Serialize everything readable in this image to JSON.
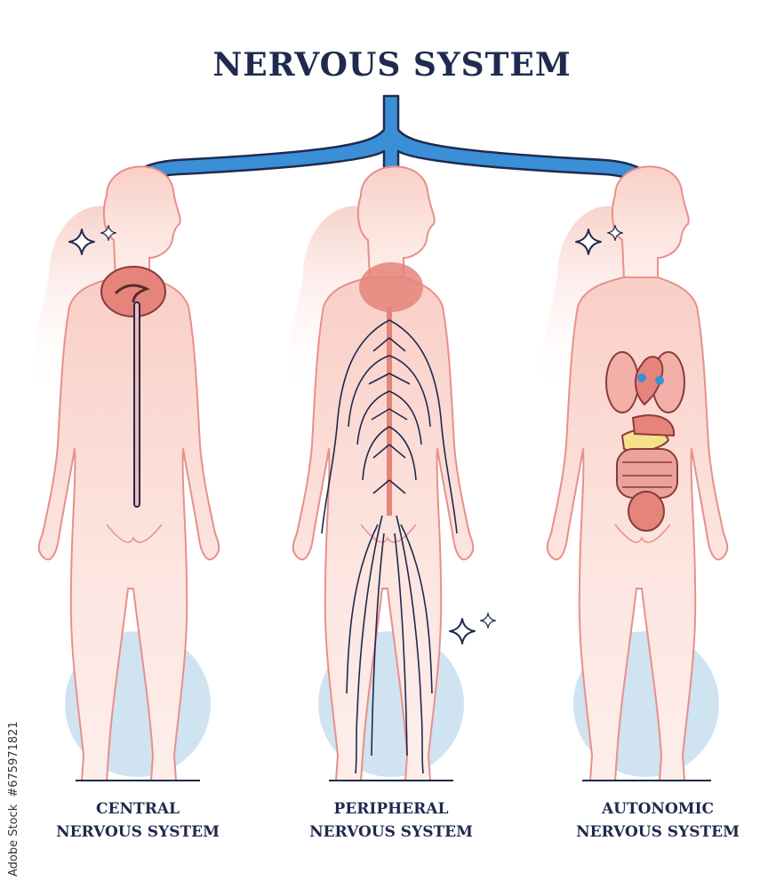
{
  "title": "NERVOUS SYSTEM",
  "figures": [
    {
      "name": "central",
      "caption_line1": "CENTRAL",
      "caption_line2": "NERVOUS SYSTEM",
      "icon": "brain-and-spinal-cord"
    },
    {
      "name": "peripheral",
      "caption_line1": "PERIPHERAL",
      "caption_line2": "NERVOUS SYSTEM",
      "icon": "nerve-network"
    },
    {
      "name": "autonomic",
      "caption_line1": "AUTONOMIC",
      "caption_line2": "NERVOUS SYSTEM",
      "icon": "internal-organs"
    }
  ],
  "watermark": {
    "brand": "Adobe Stock",
    "id": "#675971821"
  },
  "colors": {
    "title": "#1f2a4f",
    "arrow_fill": "#3a8fd6",
    "arrow_outline": "#1f2a4f",
    "body_fill": "#fbd9d3",
    "body_outline": "#e8908a",
    "brain": "#e5847a",
    "nerves": "#1f2a4f",
    "floor_circle": "#cfe3f1"
  }
}
